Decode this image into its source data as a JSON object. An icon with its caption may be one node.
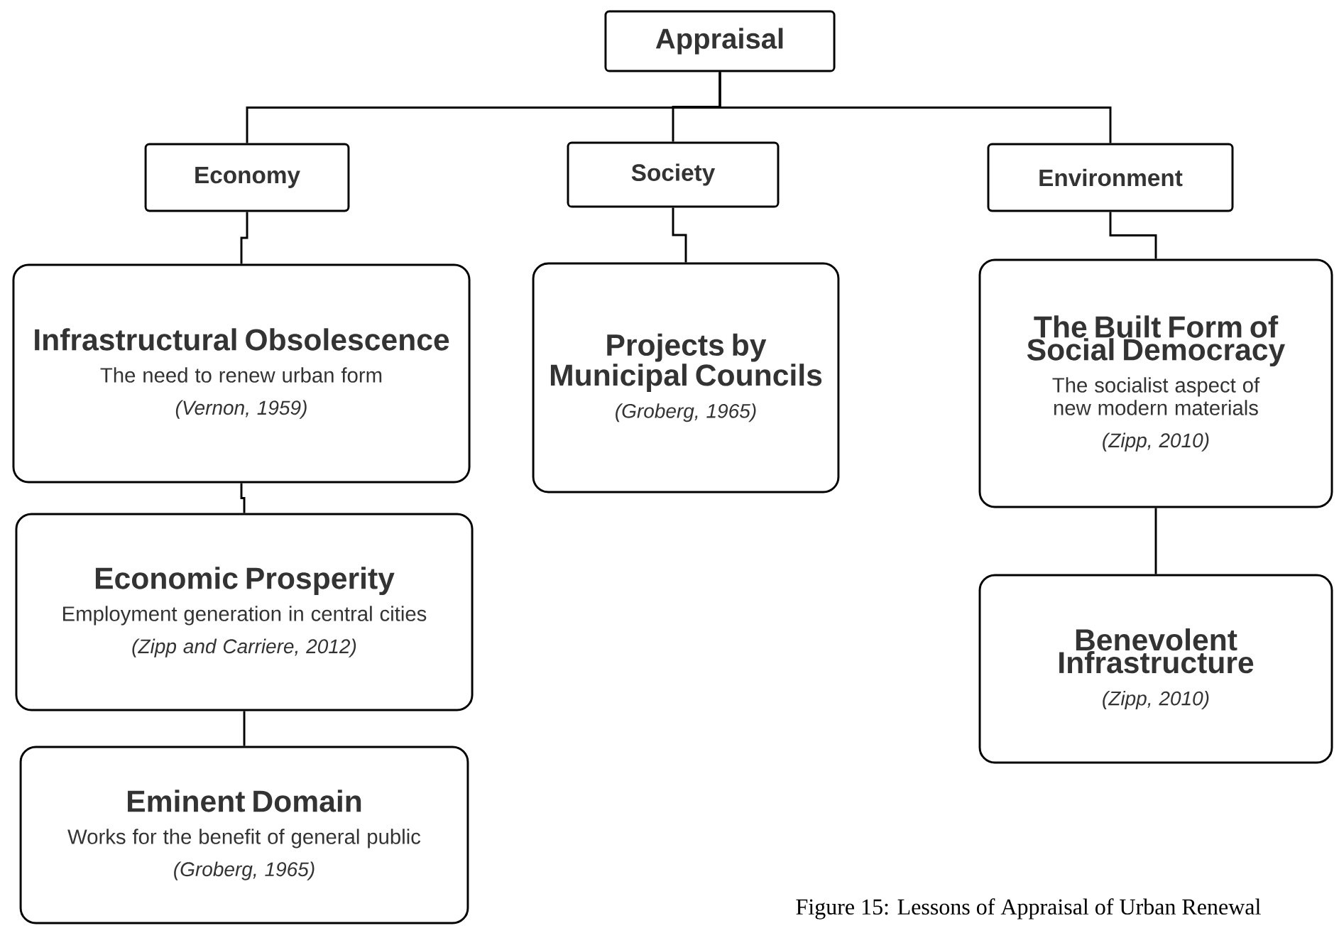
{
  "diagram": {
    "caption": "Figure 15: Lessons of Appraisal of Urban Renewal",
    "nodes": [
      {
        "text": [
          "Appraisal"
        ]
      },
      {
        "text": [
          "Economy"
        ]
      },
      {
        "text": [
          "Society"
        ]
      },
      {
        "text": [
          "Environment"
        ]
      },
      {
        "text": [
          "Infrastructural Obsolescence",
          "The need to renew urban form",
          "(Vernon, 1959)"
        ]
      },
      {
        "text": [
          "Economic Prosperity",
          "Employment generation in central cities",
          "(Zipp and Carriere, 2012)"
        ]
      },
      {
        "text": [
          "Eminent Domain",
          "Works for the benefit of general public",
          "(Groberg, 1965)"
        ]
      },
      {
        "text": [
          "Projects by Municipal Councils",
          "(Groberg, 1965)"
        ]
      },
      {
        "text": [
          "The Built Form of Social Democracy",
          "The socialist aspect of new modern materials",
          "(Zipp, 2010)"
        ]
      },
      {
        "text": [
          "Benevolent Infrastructure",
          "(Zipp, 2010)"
        ]
      }
    ],
    "edges": [
      {
        "from": 0,
        "to": 1,
        "arrow": "none"
      },
      {
        "from": 0,
        "to": 2,
        "arrow": "none"
      },
      {
        "from": 0,
        "to": 3,
        "arrow": "none"
      },
      {
        "from": 1,
        "to": 4,
        "arrow": "none"
      },
      {
        "from": 4,
        "to": 5,
        "arrow": "none"
      },
      {
        "from": 5,
        "to": 6,
        "arrow": "none"
      },
      {
        "from": 2,
        "to": 7,
        "arrow": "none"
      },
      {
        "from": 3,
        "to": 8,
        "arrow": "none"
      },
      {
        "from": 8,
        "to": 9,
        "arrow": "none"
      }
    ]
  }
}
